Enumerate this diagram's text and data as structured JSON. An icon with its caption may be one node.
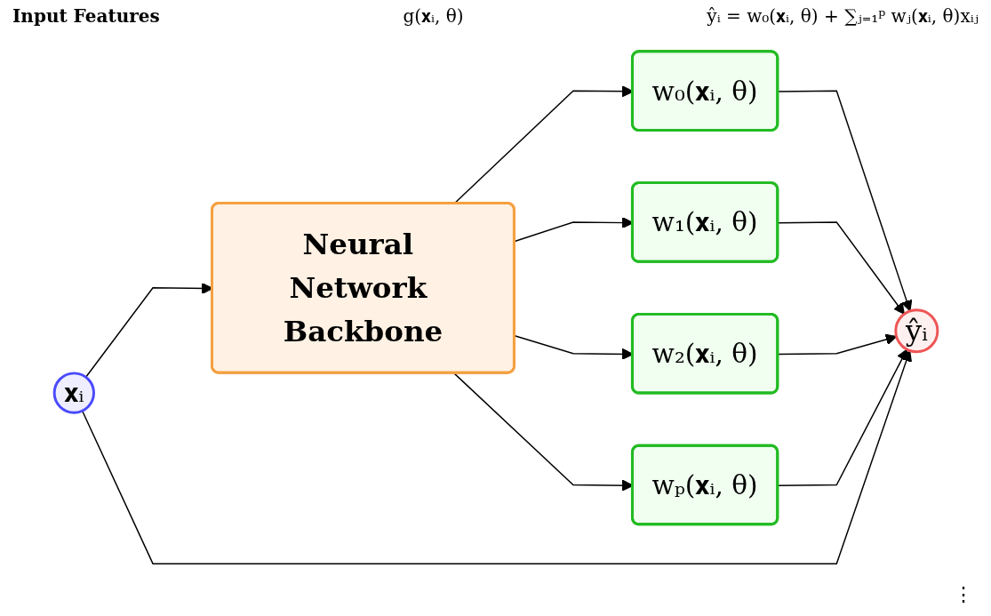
{
  "diagram": {
    "nodes": [
      {
        "text": [
          "𝐱ᵢ"
        ]
      },
      {
        "text": [
          "Neural Network Backbone"
        ]
      },
      {
        "text": [
          "w₀(𝐱ᵢ, θ)"
        ]
      },
      {
        "text": [
          "w₁(𝐱ᵢ, θ)"
        ]
      },
      {
        "text": [
          "w₂(𝐱ᵢ, θ)"
        ]
      },
      {
        "text": [
          "wₚ(𝐱ᵢ, θ)"
        ]
      },
      {
        "text": [
          "ŷᵢ"
        ]
      }
    ],
    "edges": [
      {
        "from": 0,
        "to": 1,
        "arrow": "to"
      },
      {
        "from": 1,
        "to": 2,
        "arrow": "to"
      },
      {
        "from": 1,
        "to": 3,
        "arrow": "to"
      },
      {
        "from": 1,
        "to": 4,
        "arrow": "to"
      },
      {
        "from": 1,
        "to": 5,
        "arrow": "to"
      },
      {
        "from": 2,
        "to": 6,
        "arrow": "to"
      },
      {
        "from": 3,
        "to": 6,
        "arrow": "to"
      },
      {
        "from": 4,
        "to": 6,
        "arrow": "to"
      },
      {
        "from": 5,
        "to": 6,
        "arrow": "to"
      },
      {
        "from": 0,
        "to": 6,
        "arrow": "to"
      }
    ],
    "labels": [
      "Input Features",
      "g(𝐱ᵢ, θ)",
      "ŷᵢ = w₀(𝐱ᵢ, θ) + ∑ⱼ₌₁ᵖ wⱼ(𝐱ᵢ, θ)xᵢⱼ",
      "⋮"
    ]
  }
}
